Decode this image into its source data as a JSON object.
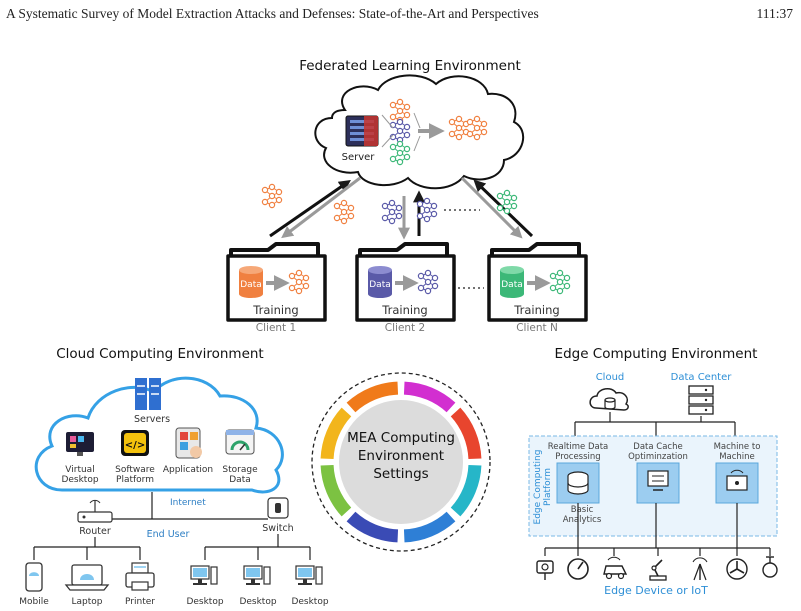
{
  "header": {
    "title": "A Systematic Survey of Model Extraction Attacks and Defenses: State-of-the-Art and Perspectives",
    "page": "111:37"
  },
  "federated": {
    "title": "Federated Learning Environment",
    "server_label": "Server",
    "clients": [
      {
        "label": "Client 1",
        "data": "Data",
        "training": "Training",
        "color": "#f08040"
      },
      {
        "label": "Client 2",
        "data": "Data",
        "training": "Training",
        "color": "#5a5aa8"
      },
      {
        "label": "Client N",
        "data": "Data",
        "training": "Training",
        "color": "#3cb878"
      }
    ]
  },
  "center": {
    "line1": "MEA Computing",
    "line2": "Environment",
    "line3": "Settings"
  },
  "cloud": {
    "title": "Cloud Computing Environment",
    "servers": "Servers",
    "apps": [
      {
        "line1": "Virtual",
        "line2": "Desktop"
      },
      {
        "line1": "Software",
        "line2": "Platform"
      },
      {
        "line1": "Application",
        "line2": ""
      },
      {
        "line1": "Storage",
        "line2": "Data"
      }
    ],
    "internet": "Internet",
    "end_user": "End User",
    "router": "Router",
    "switch": "Switch",
    "devices": [
      "Mobile",
      "Laptop",
      "Printer",
      "Desktop",
      "Desktop",
      "Desktop"
    ]
  },
  "edge": {
    "title": "Edge Computing Environment",
    "cloud": "Cloud",
    "data_center": "Data Center",
    "platform_line1": "Edge Computing",
    "platform_line2": "Platform",
    "modules": [
      {
        "line1": "Realtime Data",
        "line2": "Processing"
      },
      {
        "line1": "Data Cache",
        "line2": "Optiminzation"
      },
      {
        "line1": "Machine to",
        "line2": "Machine"
      }
    ],
    "basic_line1": "Basic",
    "basic_line2": "Analytics",
    "devices_label": "Edge Device or IoT",
    "accent": "#2e8fd6"
  }
}
